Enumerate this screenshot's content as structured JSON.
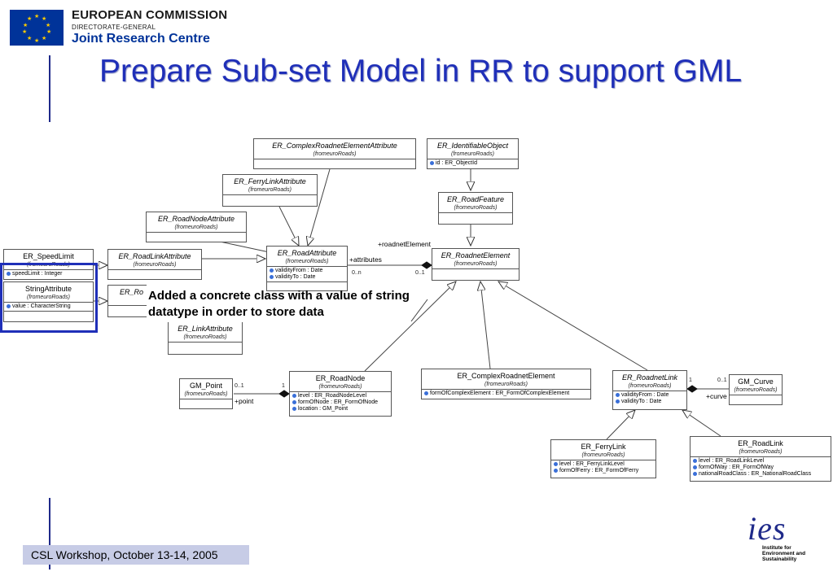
{
  "header": {
    "org_line1": "EUROPEAN COMMISSION",
    "org_line2": "DIRECTORATE-GENERAL",
    "org_line3": "Joint Research Centre",
    "title": "Prepare Sub-set Model in RR to support GML"
  },
  "classes": {
    "complex_attr": {
      "name": "ER_ComplexRoadnetElementAttribute",
      "pkg": "(fromeuroRoads)"
    },
    "identifiable": {
      "name": "ER_IdentifiableObject",
      "pkg": "(fromeuroRoads)",
      "attrs": [
        "id : ER_ObjectId"
      ]
    },
    "ferry_attr": {
      "name": "ER_FerryLinkAttribute",
      "pkg": "(fromeuroRoads)"
    },
    "road_feature": {
      "name": "ER_RoadFeature",
      "pkg": "(fromeuroRoads)"
    },
    "node_attr": {
      "name": "ER_RoadNodeAttribute",
      "pkg": "(fromeuroRoads)"
    },
    "speed_limit": {
      "name": "ER_SpeedLimit",
      "pkg": "(fromeuroRoads)",
      "attrs": [
        "speedLimit : Integer"
      ]
    },
    "road_link_attr": {
      "name": "ER_RoadLinkAttribute",
      "pkg": "(fromeuroRoads)"
    },
    "road_attr": {
      "name": "ER_RoadAttribute",
      "pkg": "(fromeuroRoads)",
      "attrs": [
        "validityFrom : Date",
        "validityTo : Date"
      ]
    },
    "roadnet_element": {
      "name": "ER_RoadnetElement",
      "pkg": "(fromeuroRoads)"
    },
    "string_attr": {
      "name": "StringAttribute",
      "pkg": "(fromeuroRoads)",
      "attrs": [
        "value : CharacterString"
      ]
    },
    "er_partial": {
      "name": "ER_Ro"
    },
    "link_attr": {
      "name": "ER_LinkAttribute",
      "pkg": "(fromeuroRoads)"
    },
    "gm_point": {
      "name": "GM_Point",
      "pkg": "(fromeuroRoads)"
    },
    "road_node": {
      "name": "ER_RoadNode",
      "pkg": "(fromeuroRoads)",
      "attrs": [
        "level : ER_RoadNodeLevel",
        "formOfNode : ER_FormOfNode",
        "location : GM_Point"
      ]
    },
    "complex_element": {
      "name": "ER_ComplexRoadnetElement",
      "pkg": "(fromeuroRoads)",
      "attrs": [
        "formOfComplexElement : ER_FormOfComplexElement"
      ]
    },
    "roadnet_link": {
      "name": "ER_RoadnetLink",
      "pkg": "(fromeuroRoads)",
      "attrs": [
        "validityFrom : Date",
        "validityTo : Date"
      ]
    },
    "gm_curve": {
      "name": "GM_Curve",
      "pkg": "(fromeuroRoads)"
    },
    "ferry_link": {
      "name": "ER_FerryLink",
      "pkg": "(fromeuroRoads)",
      "attrs": [
        "level : ER_FerryLinkLevel",
        "formOfFerry : ER_FormOfFerry"
      ]
    },
    "road_link": {
      "name": "ER_RoadLink",
      "pkg": "(fromeuroRoads)",
      "attrs": [
        "level : ER_RoadLinkLevel",
        "formOfWay : ER_FormOfWay",
        "nationalRoadClass : ER_NationalRoadClass"
      ]
    }
  },
  "labels": {
    "roadnet_element_role": "+roadnetElement",
    "attributes_role": "+attributes",
    "mult_0n": "0..n",
    "mult_01a": "0..1",
    "point_role": "+point",
    "mult_gm_01": "0..1",
    "mult_gm_1": "1",
    "curve_role": "+curve",
    "mult_curve_1": "1",
    "mult_curve_01": "0..1"
  },
  "note": {
    "line1": "Added a concrete class with a value of string",
    "line2": "datatype in order to store data"
  },
  "footer": {
    "text": "CSL Workshop, October 13-14, 2005"
  },
  "ies_logo": {
    "word": "ies",
    "line1": "Institute for",
    "line2": "Environment and",
    "line3": "Sustainability"
  },
  "colors": {
    "title": "#1f2fb8",
    "highlight": "#1f2fb8",
    "footer_bg": "#c7cce6",
    "eu_blue": "#003399"
  }
}
